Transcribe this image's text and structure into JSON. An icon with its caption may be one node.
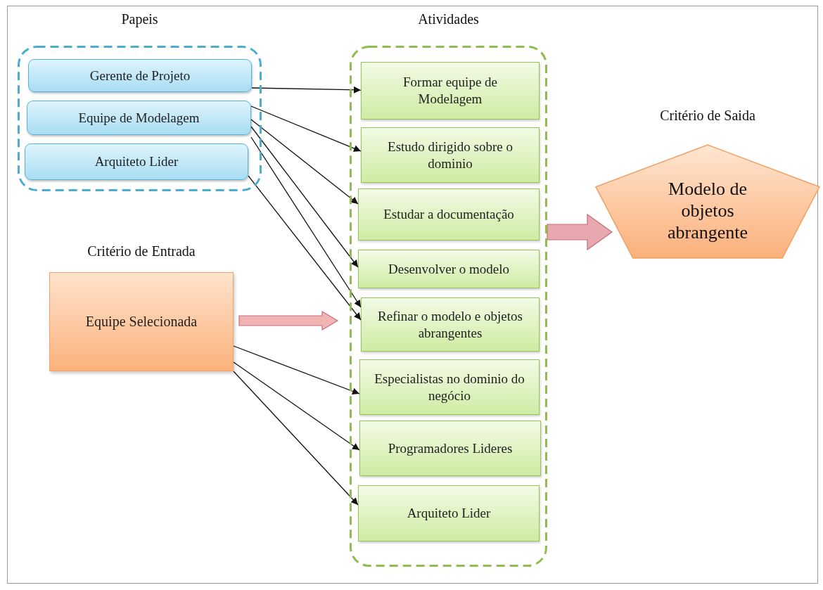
{
  "diagram": {
    "nodes": [
      {
        "text": [
          "Papeis"
        ]
      },
      {
        "text": [
          "Gerente de Projeto"
        ],
        "in": 0
      },
      {
        "text": [
          "Equipe de Modelagem"
        ],
        "in": 0
      },
      {
        "text": [
          "Arquiteto Lider"
        ],
        "in": 0
      },
      {
        "text": [
          "Atividades"
        ]
      },
      {
        "text": [
          "Formar equipe de Modelagem"
        ],
        "in": 4
      },
      {
        "text": [
          "Estudo dirigido sobre o dominio"
        ],
        "in": 4
      },
      {
        "text": [
          "Estudar a documentação"
        ],
        "in": 4
      },
      {
        "text": [
          "Desenvolver o modelo"
        ],
        "in": 4
      },
      {
        "text": [
          "Refinar o modelo e objetos abrangentes"
        ],
        "in": 4
      },
      {
        "text": [
          "Especialistas no dominio do negócio"
        ],
        "in": 4
      },
      {
        "text": [
          "Programadores Lideres"
        ],
        "in": 4
      },
      {
        "text": [
          "Arquiteto Lider"
        ],
        "in": 4
      },
      {
        "text": [
          "Critério de Entrada",
          "Equipe Selecionada"
        ]
      },
      {
        "text": [
          "Critério de Saida",
          "Modelo de objetos abrangente"
        ]
      }
    ],
    "edges": [
      {
        "from": 1,
        "to": 5,
        "arrow": "to"
      },
      {
        "from": 2,
        "to": 6,
        "arrow": "to"
      },
      {
        "from": 2,
        "to": 7,
        "arrow": "to"
      },
      {
        "from": 2,
        "to": 8,
        "arrow": "to"
      },
      {
        "from": 2,
        "to": 9,
        "arrow": "to"
      },
      {
        "from": 3,
        "to": 9,
        "arrow": "to"
      },
      {
        "from": 13,
        "to": 10,
        "arrow": "to"
      },
      {
        "from": 13,
        "to": 11,
        "arrow": "to"
      },
      {
        "from": 13,
        "to": 12,
        "arrow": "to"
      },
      {
        "from": 13,
        "to": 4,
        "arrow": "to",
        "style": "thick",
        "color": "#f2b3b3"
      },
      {
        "from": 4,
        "to": 14,
        "arrow": "to",
        "style": "thick",
        "color": "#e8a8b0"
      }
    ]
  }
}
